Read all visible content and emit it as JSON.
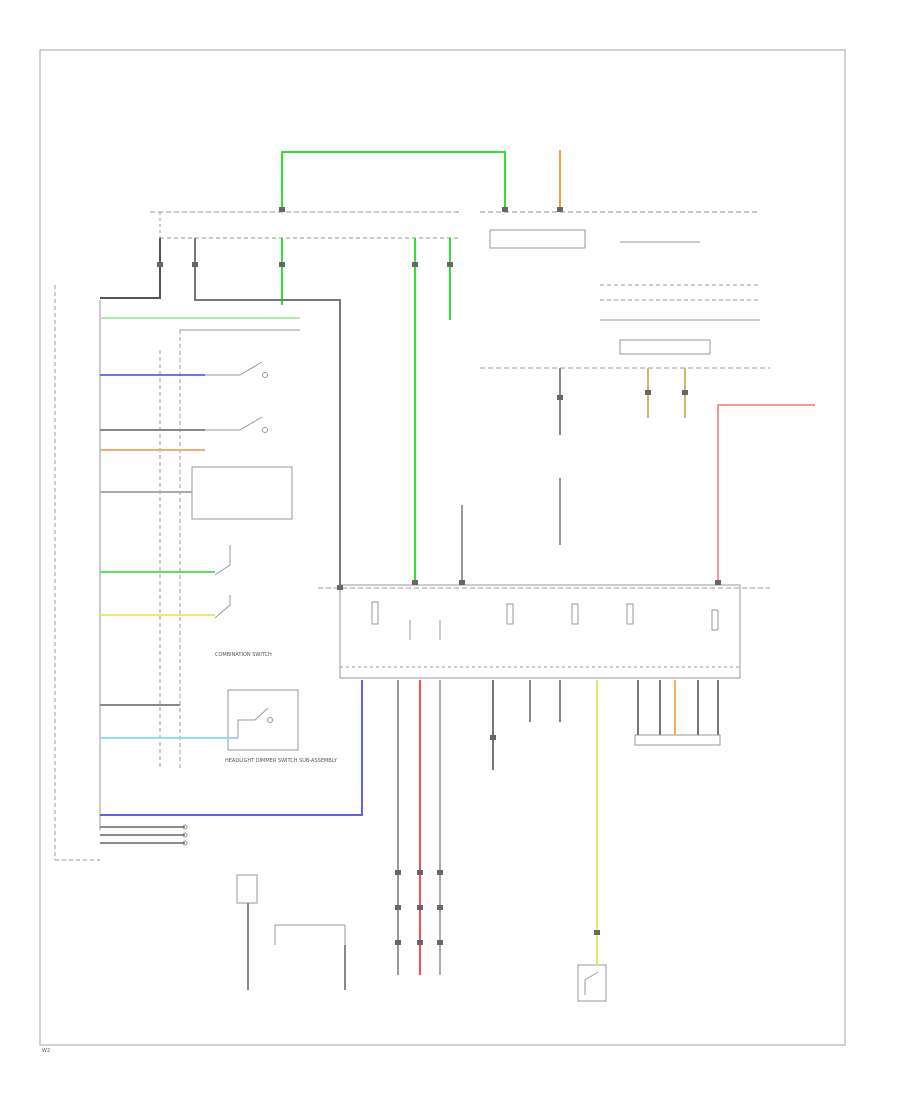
{
  "components": {
    "combination_switch_label": "COMBINATION SWITCH",
    "headlight_dimmer_switch_label": "HEADLIGHT DIMMER SWITCH SUB-ASSEMBLY",
    "page_ref": "W2"
  },
  "colors": {
    "frame": "#b0b0b0",
    "wire_default": "#8a8a8a",
    "wire_dark": "#555555",
    "wire_green": "#35e035",
    "wire_light_green": "#a8f0a8",
    "wire_orange": "#f0a040",
    "wire_red": "#f05050",
    "wire_pink": "#f09898",
    "wire_blue": "#6060f0",
    "wire_yellow": "#e8e870",
    "wire_cyan": "#80e0e8"
  }
}
